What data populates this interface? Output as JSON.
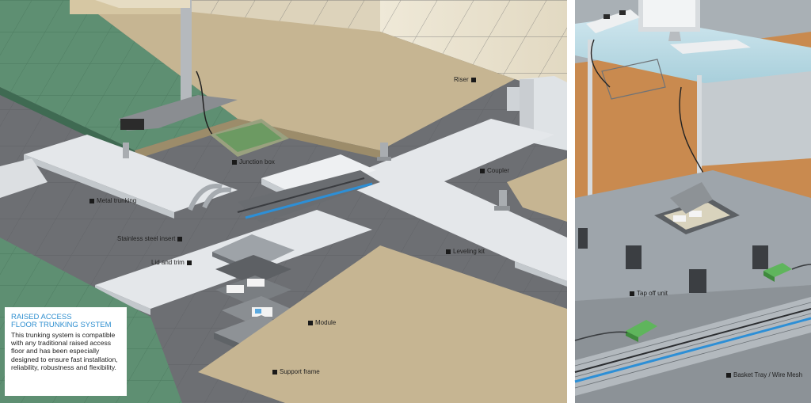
{
  "labels": {
    "riser": "Riser",
    "junction_box": "Junction box",
    "coupler": "Coupler",
    "metal_trunking": "Metal trunking",
    "stainless_steel_insert": "Stainless steel insert",
    "leveling_kit": "Leveling kit",
    "lid_and_trim": "Lid and trim",
    "module": "Module",
    "support_frame": "Support frame",
    "tap_off_unit": "Tap off unit",
    "basket_tray": "Basket Tray / Wire Mesh"
  },
  "info": {
    "title_line1": "RAISED ACCESS",
    "title_line2": "FLOOR TRUNKING SYSTEM",
    "description": "This trunking system is compatible with any traditional raised access floor and has been especially designed to ensure fast installation, reliability, robustness and flexibility."
  },
  "colors": {
    "accent": "#2f8fd0",
    "floor_tile": "#c6b592",
    "carpet_green": "#5e8f72",
    "slab_gray": "#6d6f73",
    "trunking": "#e4e7ea",
    "wall": "#e9e2cf",
    "cable_blue": "#2d8fd6"
  }
}
